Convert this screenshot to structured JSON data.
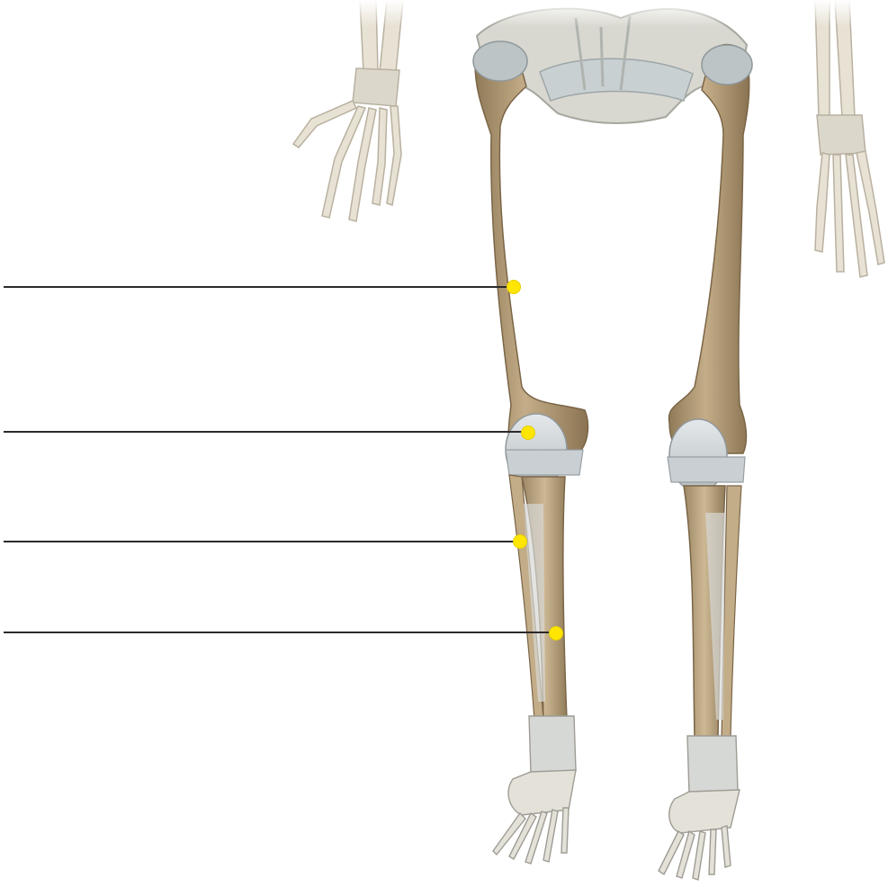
{
  "diagram": {
    "subject": "lower-limb-skeleton-anterior-view",
    "marker_color": "#ffe600",
    "leader_color": "#2b2b2b",
    "bone_color": "#b59d78",
    "joint_color": "#d4d8da",
    "labels": [
      {
        "id": "callout-1",
        "text": ""
      },
      {
        "id": "callout-2",
        "text": ""
      },
      {
        "id": "callout-3",
        "text": ""
      },
      {
        "id": "callout-4",
        "text": ""
      }
    ]
  }
}
